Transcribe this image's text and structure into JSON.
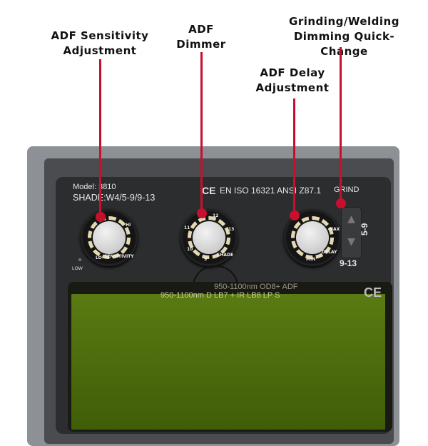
{
  "callouts": {
    "sensitivity": [
      "ADF Sensitivity",
      "Adjustment"
    ],
    "dimmer": [
      "ADF",
      "Dimmer"
    ],
    "delay": [
      "ADF Delay",
      "Adjustment"
    ],
    "grind": [
      "Grinding/Welding",
      "Dimming Quick-Change"
    ]
  },
  "panel": {
    "model": "Model: 3810",
    "shade": "SHADE:W4/5-9/9-13",
    "cert": "EN ISO 16321 ANSI Z87.1",
    "ce": "CE",
    "grind": "GRIND",
    "range_top": "5-9",
    "range_bottom": "9-13",
    "low": "LOW",
    "knob1": {
      "lo": "LO",
      "label": "SENSITIVITY",
      "hi": "HI"
    },
    "knob2": {
      "label": "SHADE",
      "n12": "12",
      "n13": "13",
      "n11": "11",
      "n10": "10",
      "n9": "9"
    },
    "knob3": {
      "min": "MIN",
      "label": "DELAY",
      "max": "MAX"
    },
    "lens_line1": "950-1100nm  OD8+  ADF",
    "lens_line2": "950-1100nm  D  LB7  +  IR  LB8  LP  S"
  }
}
